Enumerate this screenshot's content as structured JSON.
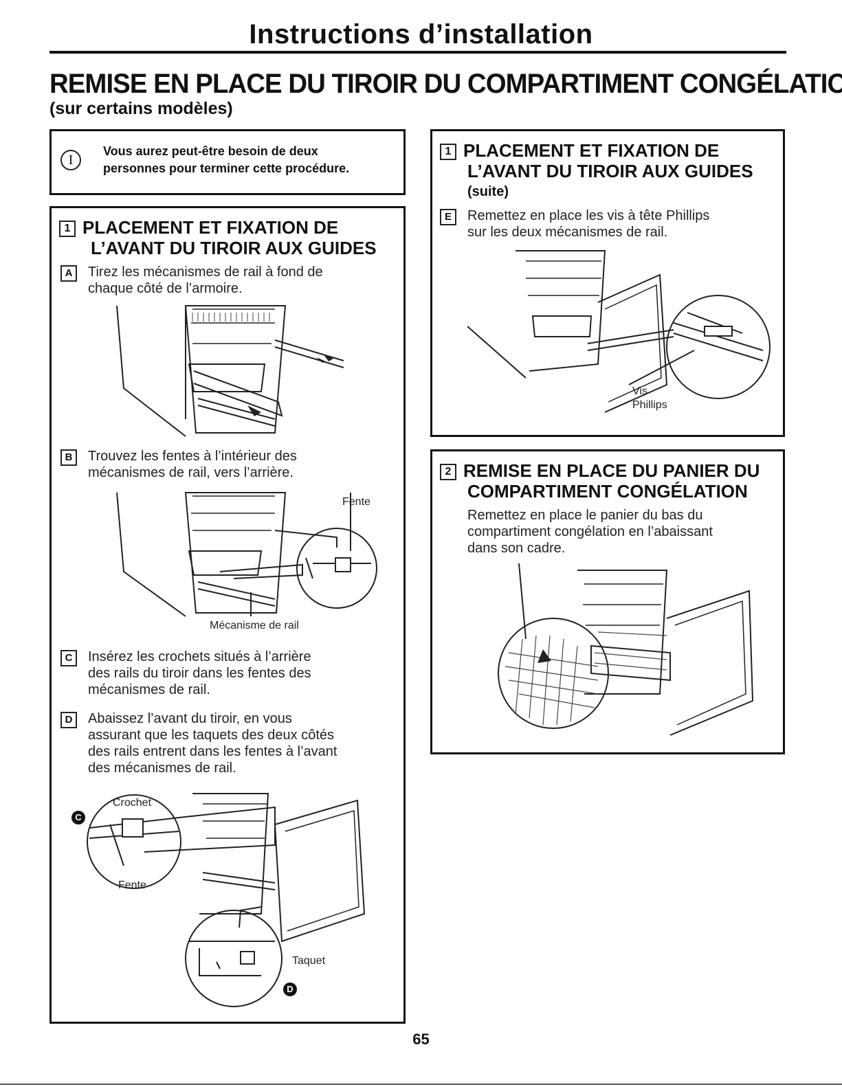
{
  "header": {
    "title": "Instructions d’installation"
  },
  "title": "REMISE EN PLACE DU TIROIR DU COMPARTIMENT CONGÉLATION",
  "subtitle": "(sur certains modèles)",
  "note": {
    "icon": "info-icon",
    "symbol": "I",
    "text_line1": "Vous aurez peut-être besoin de deux",
    "text_line2": "personnes pour terminer cette procédure."
  },
  "section1": {
    "number": "1",
    "heading_line1": "PLACEMENT ET FIXATION DE",
    "heading_line2": "L’AVANT DU TIROIR AUX GUIDES",
    "stepA": {
      "letter": "A",
      "line1": "Tirez les mécanismes de rail à fond de",
      "line2": "chaque côté de l’armoire."
    },
    "stepB": {
      "letter": "B",
      "line1": "Trouvez les fentes à l’intérieur des",
      "line2": "mécanismes de rail, vers l’arrière."
    },
    "figB": {
      "fente": "Fente",
      "mecanisme": "Mécanisme de rail"
    },
    "stepC": {
      "letter": "C",
      "line1": "Insérez les crochets situés à l’arrière",
      "line2": "des rails du tiroir dans les fentes des",
      "line3": "mécanismes de rail."
    },
    "stepD": {
      "letter": "D",
      "line1": "Abaissez l’avant du tiroir, en vous",
      "line2": "assurant que les taquets des deux côtés",
      "line3": "des rails entrent dans les fentes à l’avant",
      "line4": "des mécanismes de rail."
    },
    "figD": {
      "crochet": "Crochet",
      "fente": "Fente",
      "taquet": "Taquet",
      "markerC": "C",
      "markerD": "D"
    }
  },
  "section1b": {
    "number": "1",
    "heading_line1": "PLACEMENT ET FIXATION DE",
    "heading_line2": "L’AVANT DU TIROIR AUX GUIDES",
    "suite": "(suite)",
    "stepE": {
      "letter": "E",
      "line1": "Remettez en place les vis à tête Phillips",
      "line2": "sur les deux mécanismes de rail."
    },
    "figE": {
      "vis": "Vis",
      "phillips": "Phillips"
    }
  },
  "section2": {
    "number": "2",
    "heading_line1": "REMISE EN PLACE DU PANIER DU",
    "heading_line2": "COMPARTIMENT CONGÉLATION",
    "line1": "Remettez en place le panier du bas du",
    "line2": "compartiment congélation en l’abaissant",
    "line3": "dans son cadre."
  },
  "page_number": "65"
}
